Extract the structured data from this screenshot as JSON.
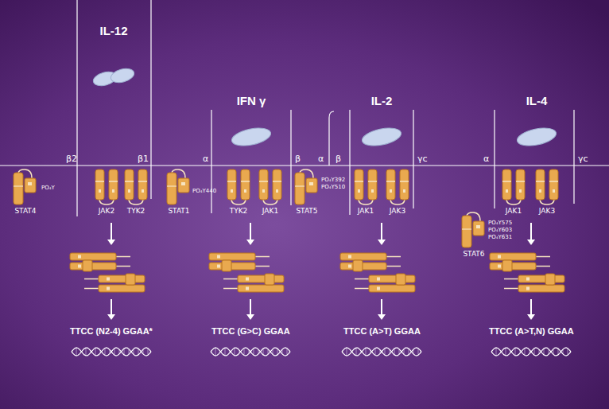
{
  "diagram": {
    "nodes": [
      {
        "text": [
          "IL-12"
        ]
      },
      {
        "text": [
          "STAT4"
        ]
      },
      {
        "text": [
          "JAK2"
        ]
      },
      {
        "text": [
          "TYK2"
        ]
      },
      {
        "text": [
          "STAT1"
        ]
      },
      {
        "text": [
          "IFN γ"
        ]
      },
      {
        "text": [
          "TYK2"
        ]
      },
      {
        "text": [
          "JAK1"
        ]
      },
      {
        "text": [
          "STAT5"
        ]
      },
      {
        "text": [
          "IL-2"
        ]
      },
      {
        "text": [
          "JAK1"
        ]
      },
      {
        "text": [
          "JAK3"
        ]
      },
      {
        "text": [
          "STAT6"
        ]
      },
      {
        "text": [
          "IL-4"
        ]
      },
      {
        "text": [
          "JAK1"
        ]
      },
      {
        "text": [
          "JAK3"
        ]
      }
    ],
    "labels": [
      "β2",
      "β1",
      "PO₄Y",
      "α",
      "β",
      "PO₄Y440",
      "α",
      "β",
      "γc",
      "PO₄Y392",
      "PO₄Y510",
      "PO₄Y575",
      "PO₄Y603",
      "PO₄Y631",
      "α",
      "γc",
      "TTCC (N2-4) GGAA*",
      "TTCC (G>C) GGAA",
      "TTCC (A>T) GGAA",
      "TTCC (A>T,N) GGAA"
    ]
  }
}
